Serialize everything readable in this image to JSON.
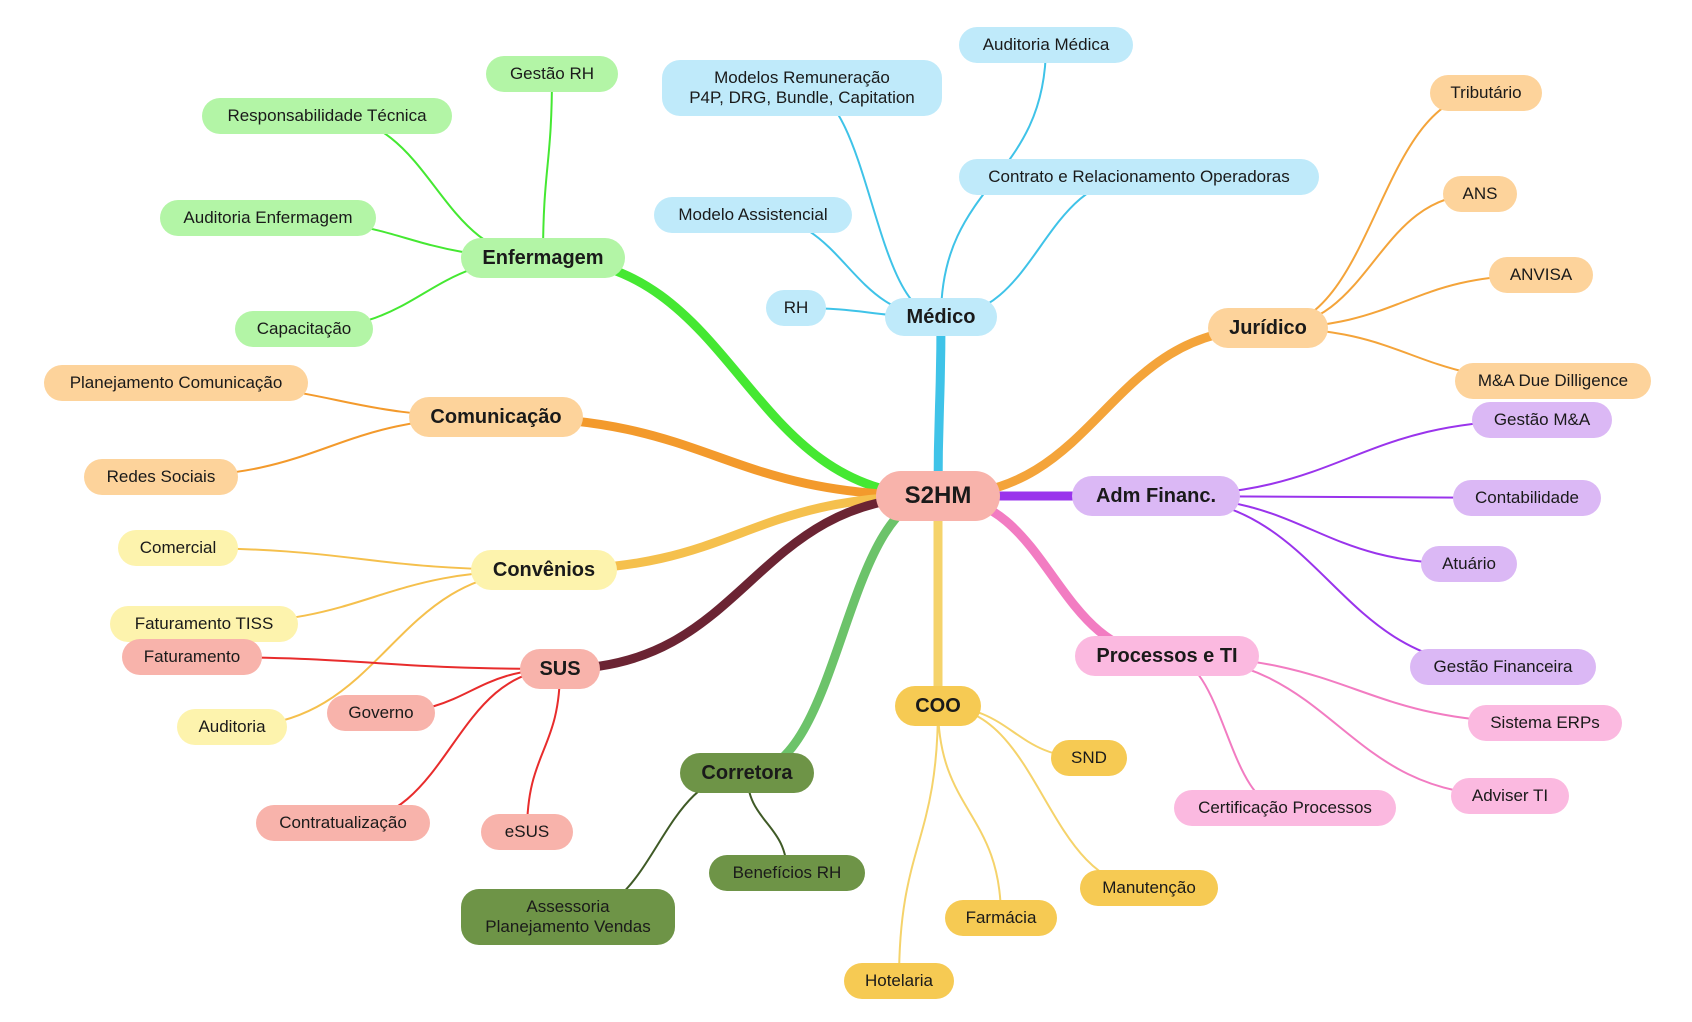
{
  "root": {
    "id": "s2hm",
    "label": "S2HM",
    "color": "#f8b3ab"
  },
  "branches": [
    {
      "id": "medico",
      "label": "Médico",
      "node_color": "#bfeafa",
      "line_color": "#3fc3e8",
      "children": [
        {
          "id": "medico-modelos",
          "label": "Modelos Remuneração\nP4P, DRG, Bundle, Capitation"
        },
        {
          "id": "medico-auditoria",
          "label": "Auditoria Médica"
        },
        {
          "id": "medico-contrato",
          "label": "Contrato e Relacionamento Operadoras"
        },
        {
          "id": "medico-assistencial",
          "label": "Modelo Assistencial"
        },
        {
          "id": "medico-rh",
          "label": "RH"
        }
      ]
    },
    {
      "id": "enfermagem",
      "label": "Enfermagem",
      "node_color": "#b3f5a6",
      "line_color": "#45e832",
      "children": [
        {
          "id": "enf-gestao-rh",
          "label": "Gestão RH"
        },
        {
          "id": "enf-resp-tecnica",
          "label": "Responsabilidade Técnica"
        },
        {
          "id": "enf-auditoria",
          "label": "Auditoria Enfermagem"
        },
        {
          "id": "enf-capacitacao",
          "label": "Capacitação"
        }
      ]
    },
    {
      "id": "comunicacao",
      "label": "Comunicação",
      "node_color": "#fdd39b",
      "line_color": "#f39a2c",
      "children": [
        {
          "id": "com-planejamento",
          "label": "Planejamento Comunicação"
        },
        {
          "id": "com-redes",
          "label": "Redes Sociais"
        }
      ]
    },
    {
      "id": "convenios",
      "label": "Convênios",
      "node_color": "#fdf3ad",
      "line_color": "#f5c04d",
      "children": [
        {
          "id": "conv-comercial",
          "label": "Comercial"
        },
        {
          "id": "conv-faturamento-tiss",
          "label": "Faturamento TISS"
        },
        {
          "id": "conv-auditoria",
          "label": "Auditoria"
        }
      ]
    },
    {
      "id": "sus",
      "label": "SUS",
      "node_color": "#f8b3ab",
      "line_color": "#e82c2c",
      "trunk_color": "#6b2433",
      "children": [
        {
          "id": "sus-faturamento",
          "label": "Faturamento"
        },
        {
          "id": "sus-governo",
          "label": "Governo"
        },
        {
          "id": "sus-contratualizacao",
          "label": "Contratualização"
        },
        {
          "id": "sus-esus",
          "label": "eSUS"
        }
      ]
    },
    {
      "id": "corretora",
      "label": "Corretora",
      "node_color": "#6e9447",
      "line_color": "#3f5a26",
      "trunk_color": "#6cc36a",
      "children": [
        {
          "id": "cor-assessoria",
          "label": "Assessoria\nPlanejamento Vendas"
        },
        {
          "id": "cor-beneficios",
          "label": "Benefícios RH"
        }
      ]
    },
    {
      "id": "coo",
      "label": "COO",
      "node_color": "#f6ca53",
      "line_color": "#f5d36b",
      "children": [
        {
          "id": "coo-snd",
          "label": "SND"
        },
        {
          "id": "coo-manutencao",
          "label": "Manutenção"
        },
        {
          "id": "coo-farmacia",
          "label": "Farmácia"
        },
        {
          "id": "coo-hotelaria",
          "label": "Hotelaria"
        }
      ]
    },
    {
      "id": "processos",
      "label": "Processos e TI",
      "node_color": "#fbb9e0",
      "line_color": "#f27cc2",
      "children": [
        {
          "id": "proc-sistema-erps",
          "label": "Sistema ERPs"
        },
        {
          "id": "proc-adviser",
          "label": "Adviser TI"
        },
        {
          "id": "proc-certificacao",
          "label": "Certificação Processos"
        }
      ]
    },
    {
      "id": "admfinanc",
      "label": "Adm Financ.",
      "node_color": "#dbb8f5",
      "line_color": "#9a34ec",
      "children": [
        {
          "id": "adm-gestao-ma",
          "label": "Gestão M&A"
        },
        {
          "id": "adm-contabilidade",
          "label": "Contabilidade"
        },
        {
          "id": "adm-atuario",
          "label": "Atuário"
        },
        {
          "id": "adm-gestao-financeira",
          "label": "Gestão Financeira"
        }
      ]
    },
    {
      "id": "juridico",
      "label": "Jurídico",
      "node_color": "#fdd39b",
      "line_color": "#f4a43a",
      "children": [
        {
          "id": "jur-tributario",
          "label": "Tributário"
        },
        {
          "id": "jur-ans",
          "label": "ANS"
        },
        {
          "id": "jur-anvisa",
          "label": "ANVISA"
        },
        {
          "id": "jur-ma",
          "label": "M&A Due Dilligence"
        }
      ]
    }
  ]
}
